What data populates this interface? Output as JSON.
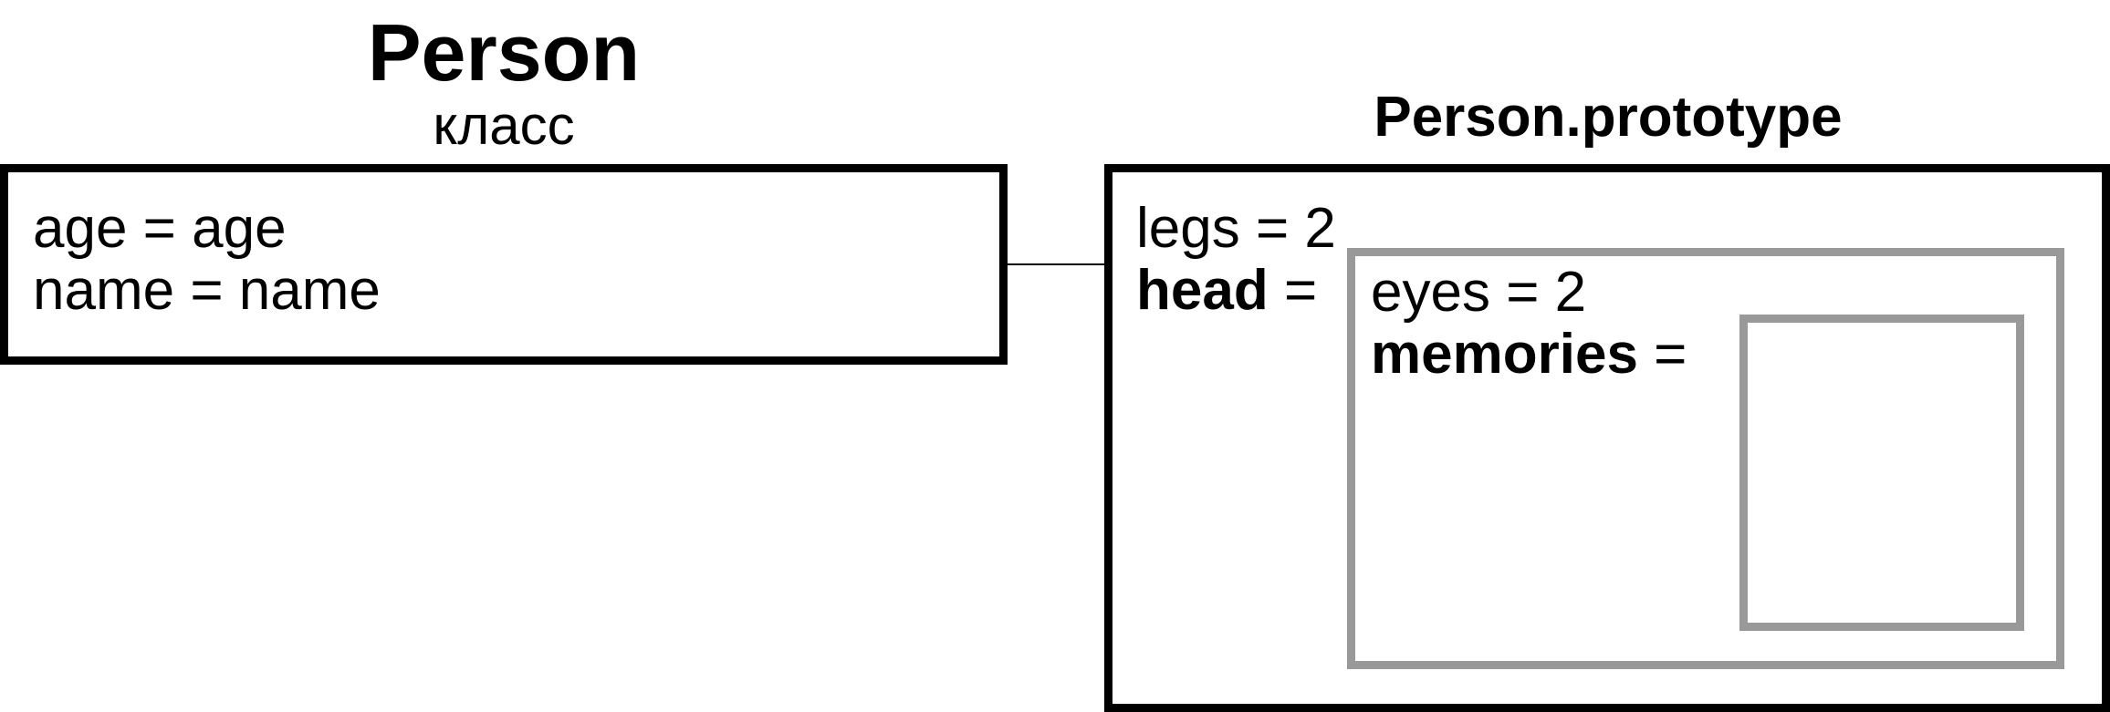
{
  "person": {
    "title": "Person",
    "subtitle": "класс",
    "properties": [
      {
        "text": "age = age"
      },
      {
        "text": "name = name"
      }
    ]
  },
  "prototype": {
    "title": "Person.prototype",
    "legs": {
      "text": "legs = 2"
    },
    "head": {
      "key": "head",
      "eq": " ="
    },
    "head_object": {
      "eyes": {
        "text": "eyes = 2"
      },
      "memories": {
        "key": "memories",
        "eq": " ="
      }
    }
  },
  "colors": {
    "primary_border": "#000000",
    "nested_border": "#999999"
  }
}
